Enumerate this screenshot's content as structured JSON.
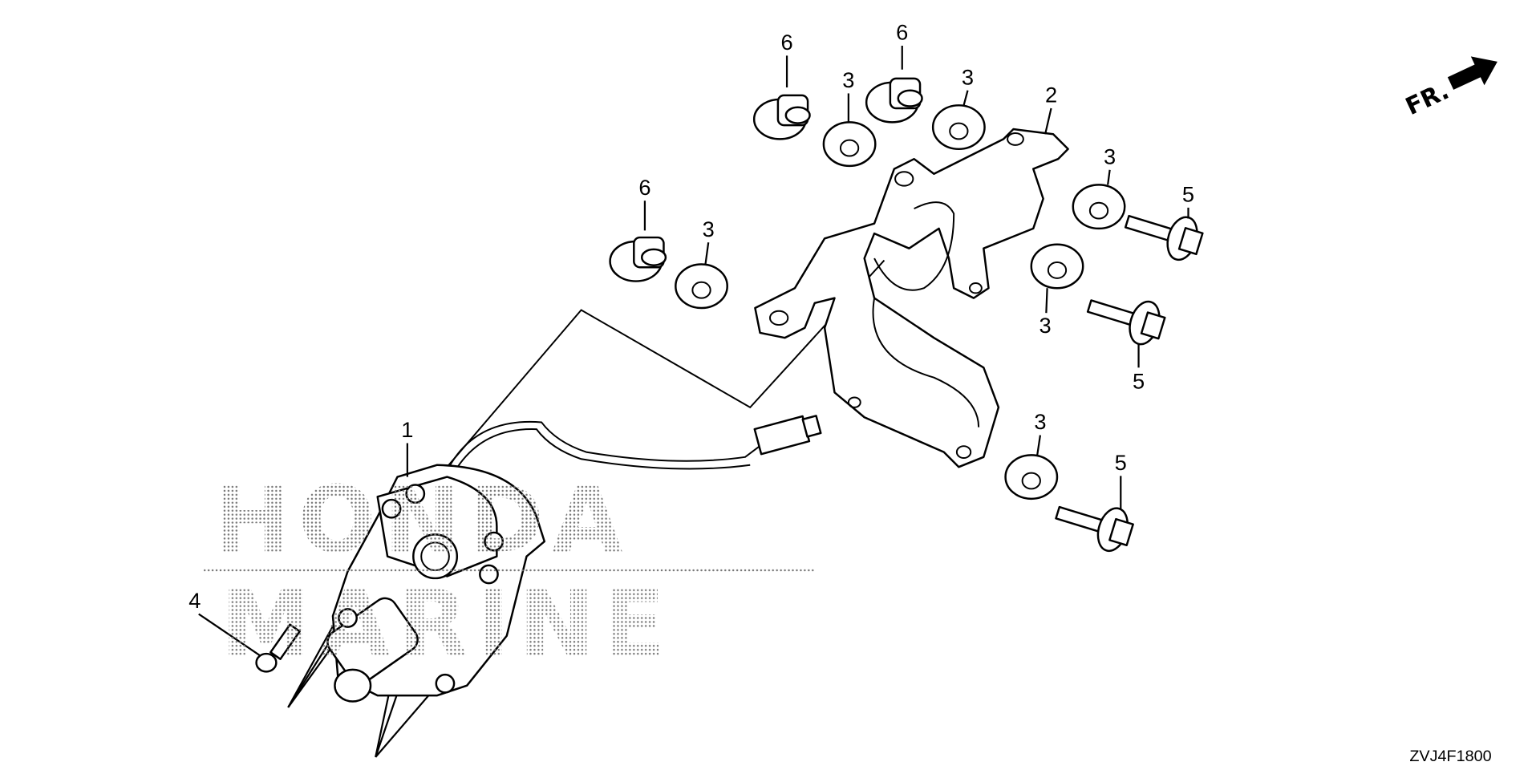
{
  "diagram": {
    "watermark": [
      "HONDA",
      "MARINE"
    ],
    "direction_label": "FR.",
    "diagram_code": "ZVJ4F1800",
    "callouts": [
      "6",
      "6",
      "6",
      "3",
      "3",
      "3",
      "3",
      "3",
      "3",
      "2",
      "5",
      "5",
      "5",
      "1",
      "4"
    ]
  }
}
